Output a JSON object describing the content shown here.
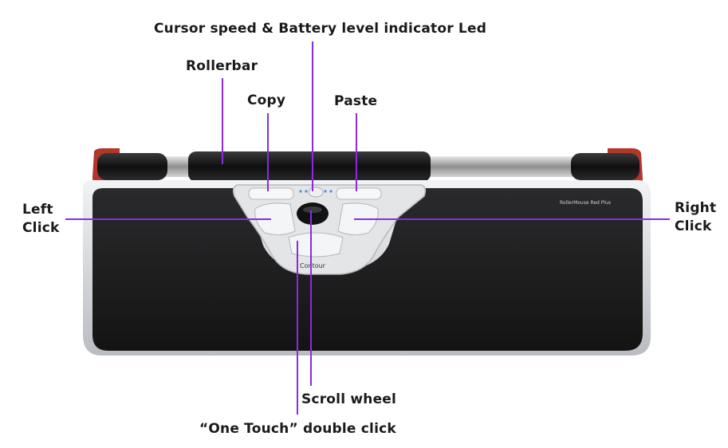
{
  "labels": {
    "cursor_led": "Cursor speed & Battery level indicator Led",
    "rollerbar": "Rollerbar",
    "copy": "Copy",
    "paste": "Paste",
    "left_click_1": "Left",
    "left_click_2": "Click",
    "right_click_1": "Right",
    "right_click_2": "Click",
    "scroll_wheel": "Scroll wheel",
    "one_touch": "“One Touch” double click"
  },
  "device": {
    "brand_small": "RollerMouse Red Plus",
    "logo": "Contour"
  },
  "colors": {
    "callout_line": "#8a2be2",
    "device_red": "#c0392b",
    "wrist_rest": "#1c1c1e",
    "frame_silver": "#d9dbde"
  }
}
